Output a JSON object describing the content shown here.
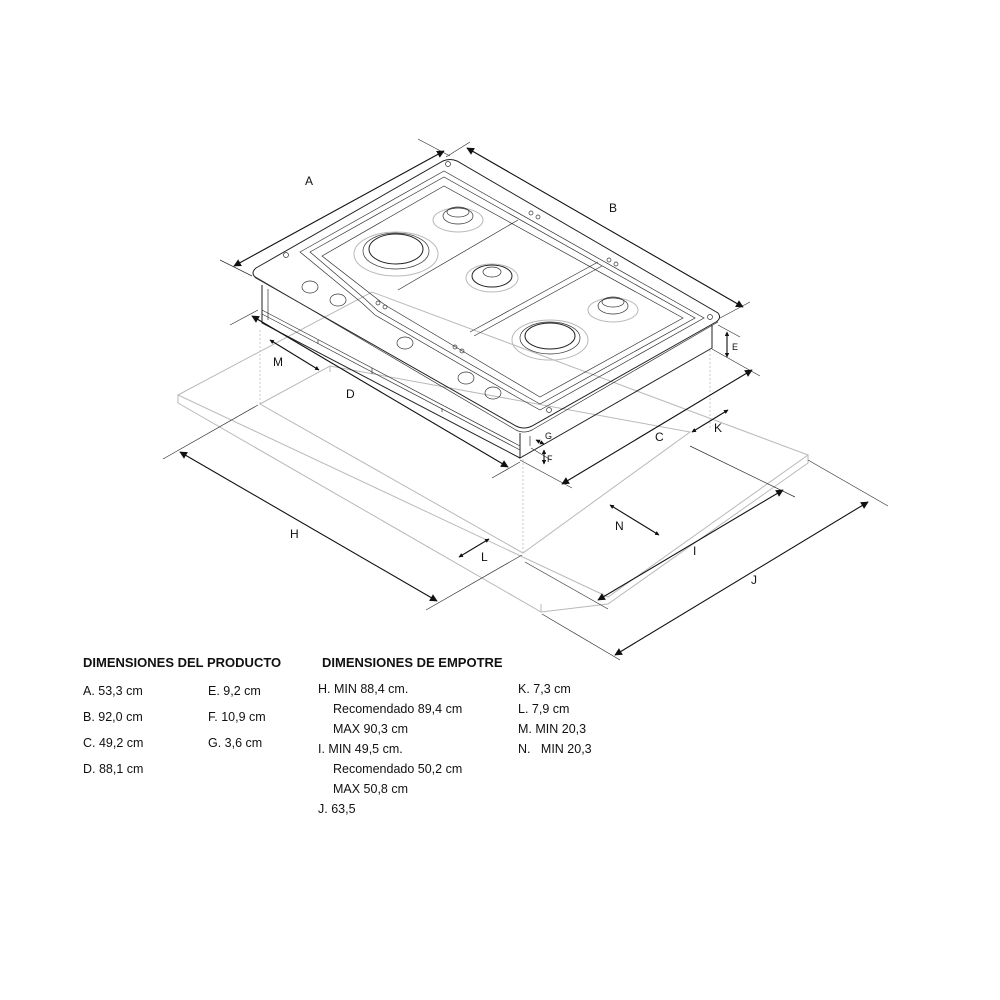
{
  "diagram": {
    "labels": {
      "A": "A",
      "B": "B",
      "C": "C",
      "D": "D",
      "E": "E",
      "F": "F",
      "G": "G",
      "H": "H",
      "I": "I",
      "J": "J",
      "K": "K",
      "L": "L",
      "M": "M",
      "N": "N"
    },
    "burners": 5,
    "knobs": 5
  },
  "product_dimensions": {
    "title": "DIMENSIONES DEL PRODUCTO",
    "col1": [
      "A. 53,3 cm",
      "B. 92,0 cm",
      "C. 49,2 cm",
      "D. 88,1 cm"
    ],
    "col2": [
      "E. 9,2 cm",
      "F. 10,9 cm",
      "G. 3,6 cm"
    ]
  },
  "cutout_dimensions": {
    "title": "DIMENSIONES DE EMPOTRE",
    "col1": [
      "H. MIN 88,4 cm.",
      "Recomendado 89,4 cm",
      "MAX  90,3 cm",
      "I. MIN 49,5 cm.",
      "Recomendado  50,2 cm",
      "MAX  50,8 cm",
      "J. 63,5"
    ],
    "col2": [
      "K. 7,3 cm",
      "L. 7,9 cm",
      "M. MIN 20,3",
      "N.   MIN 20,3"
    ]
  }
}
